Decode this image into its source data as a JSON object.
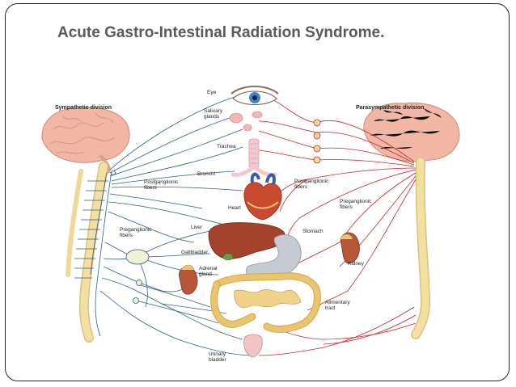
{
  "slide": {
    "title": "Acute Gastro-Intestinal Radiation Syndrome."
  },
  "diagram": {
    "left_heading": "Sympathetic division",
    "right_heading": "Parasympathetic division",
    "organ_labels": {
      "eye": "Eye",
      "salivary_1": "Salivary",
      "salivary_2": "glands",
      "trachea": "Trachea",
      "bronchi": "Bronchi",
      "heart": "Heart",
      "liver": "Liver",
      "gallbladder": "Gallbladder",
      "adrenal_1": "Adrenal",
      "adrenal_2": "gland",
      "stomach": "Stomach",
      "kidney": "Kidney",
      "alimentary_1": "Alimentary",
      "alimentary_2": "tract",
      "bladder_1": "Urinary",
      "bladder_2": "bladder"
    },
    "fiber_labels": {
      "post_left_1": "Postganglionic",
      "post_left_2": "fibers",
      "pre_left_1": "Preganglionic",
      "pre_left_2": "fibers",
      "post_right_1": "Postganglionic",
      "post_right_2": "fibers",
      "pre_right_1": "Preganglionic",
      "pre_right_2": "fibers"
    },
    "colors": {
      "sympathetic_nerve": "#2f5f86",
      "parasympathetic_nerve": "#c8242b",
      "brain": "#f1b7a4",
      "spinal_cord": "#f3dfa0",
      "liver": "#a4432b",
      "intestine": "#e8c56e",
      "stomach": "#c6cad2"
    }
  }
}
